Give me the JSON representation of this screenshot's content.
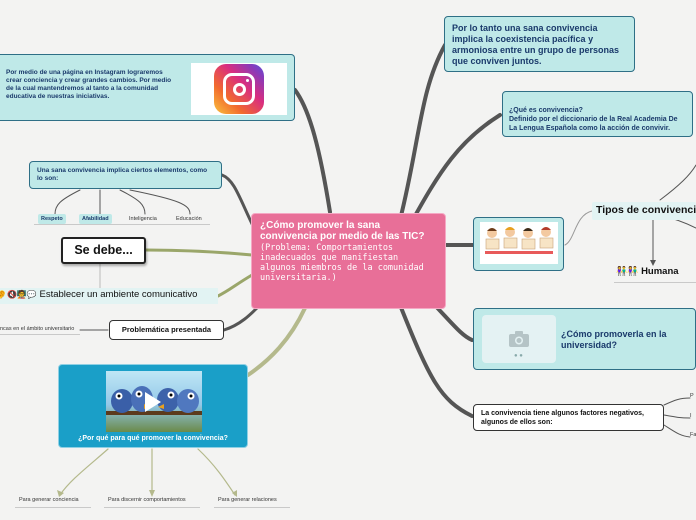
{
  "central": {
    "title": "¿Cómo promover la sana convivencia por medio de las TIC?",
    "subtitle": "(Problema: Comportamientos inadecuados que manifiestan algunos miembros de la comunidad universitaria.)"
  },
  "right": {
    "por_lo_tanto": "Por lo tanto una sana convivencia implica la coexistencia pacífica y armoniosa entre un grupo de personas que conviven juntos.",
    "que_es": "¿Qué es convivencia?\nDefinido por el diccionario de la Real Academia De La Lengua Española como la acción de convivir.",
    "tipos": "Tipos de convivencia",
    "humana": "Humana",
    "humana_emoji": "👫👫",
    "como_promoverla": "¿Cómo promoverla en la universidad?",
    "factores": "La convivencia tiene algunos factores negativos, algunos de ellos son:",
    "factor_partials": [
      "P",
      "I",
      "Fa"
    ]
  },
  "left": {
    "instagram": "Por medio de una página en Instagram lograremos crear conciencia y crear grandes cambios. Por medio de la cual mantendremos al tanto a la comunidad educativa de nuestras iniciativas.",
    "elementos": "Una sana convivencia implica ciertos elementos, como lo son:",
    "elementos_items": [
      "Respeto",
      "Afabilidad",
      "Inteligencia",
      "Educación"
    ],
    "se_debe": "Se debe...",
    "ambiente": "Establecer un ambiente comunicativo",
    "ambiente_icons": "👂🔇🧑‍🏫💬",
    "ambito": "ncas en el ámbito universitario",
    "problematica": "Problemática presentada",
    "video_caption": "¿Por qué para qué promover la convivencia?",
    "video_children": [
      "Para generar conciencia",
      "Para discernir comportamientos",
      "Para generar relaciones"
    ]
  },
  "colors": {
    "central": "#e86f98",
    "teal": "#bfe9e8",
    "branch": "#5a5a5a",
    "olive": "#b4b98c",
    "video_bg": "#1a9fc8"
  }
}
